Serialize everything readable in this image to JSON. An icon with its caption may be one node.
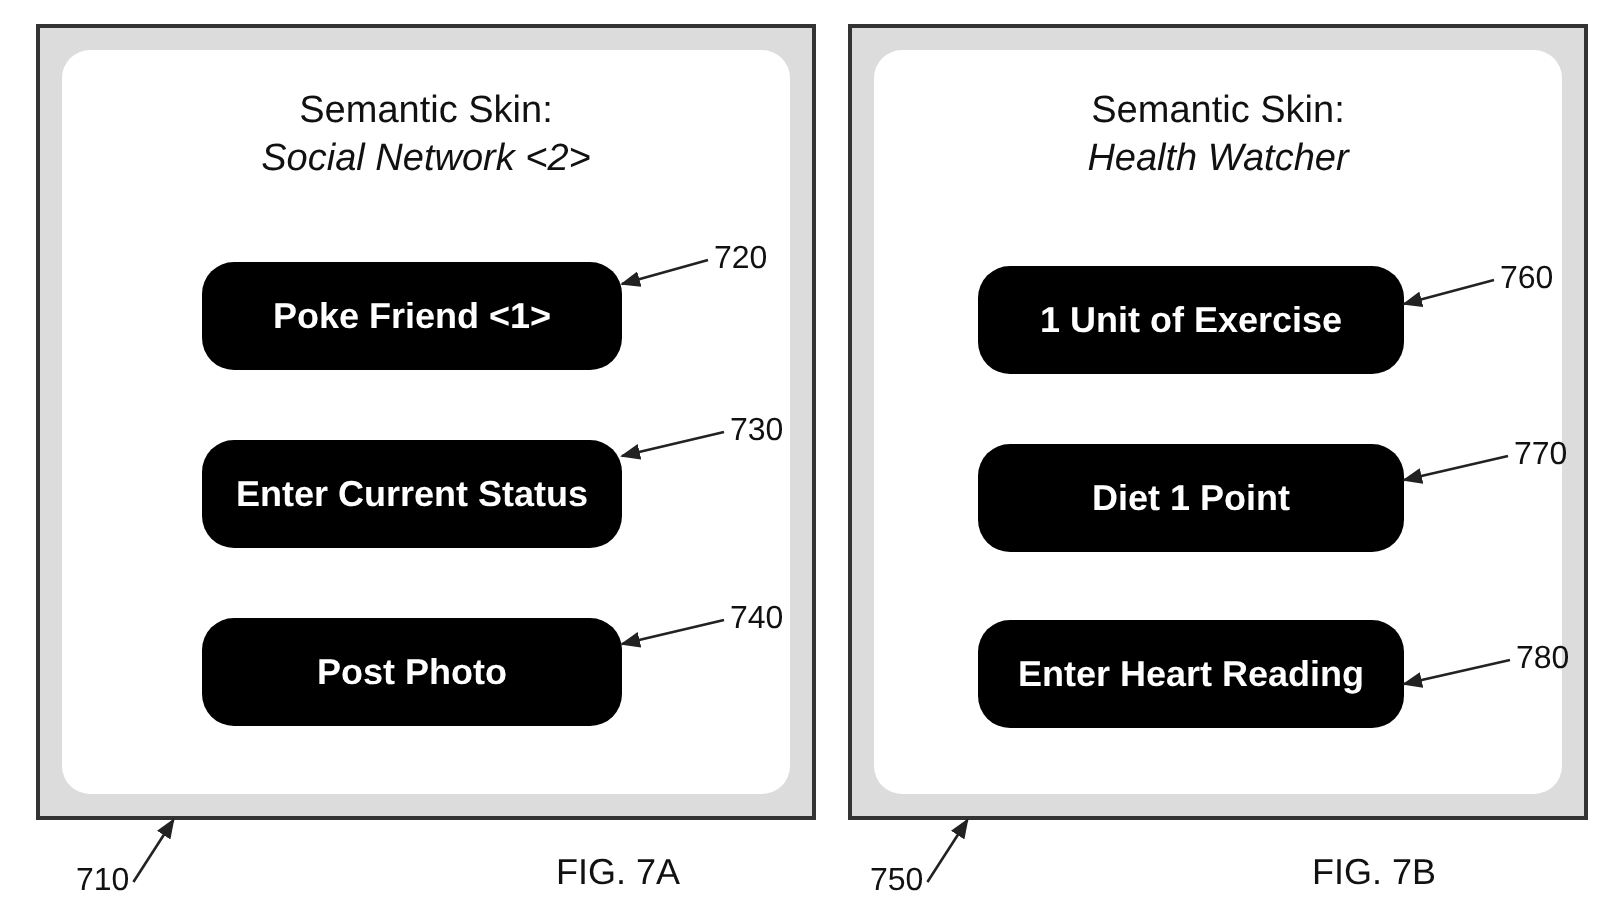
{
  "diagram": {
    "nodes": [
      {
        "text": [
          "Semantic Skin:",
          "Social Network <2>"
        ]
      },
      {
        "text": [
          "Poke Friend <1>"
        ],
        "in": 0
      },
      {
        "text": [
          "Enter Current Status"
        ],
        "in": 0
      },
      {
        "text": [
          "Post Photo"
        ],
        "in": 0
      },
      {
        "text": [
          "720"
        ],
        "in": 0
      },
      {
        "text": [
          "730"
        ],
        "in": 0
      },
      {
        "text": [
          "740"
        ],
        "in": 0
      },
      {
        "text": [
          "710"
        ]
      },
      {
        "text": [
          "Semantic Skin:",
          "Health Watcher"
        ]
      },
      {
        "text": [
          "1 Unit of Exercise"
        ],
        "in": 8
      },
      {
        "text": [
          "Diet 1 Point"
        ],
        "in": 8
      },
      {
        "text": [
          "Enter Heart Reading"
        ],
        "in": 8
      },
      {
        "text": [
          "760"
        ],
        "in": 8
      },
      {
        "text": [
          "770"
        ],
        "in": 8
      },
      {
        "text": [
          "780"
        ],
        "in": 8
      },
      {
        "text": [
          "750"
        ]
      }
    ],
    "edges": [
      {
        "from": 4,
        "to": 1,
        "arrow": "to"
      },
      {
        "from": 5,
        "to": 2,
        "arrow": "to"
      },
      {
        "from": 6,
        "to": 3,
        "arrow": "to"
      },
      {
        "from": 7,
        "to": 0,
        "arrow": "to"
      },
      {
        "from": 12,
        "to": 9,
        "arrow": "to"
      },
      {
        "from": 13,
        "to": 10,
        "arrow": "to"
      },
      {
        "from": 14,
        "to": 11,
        "arrow": "to"
      },
      {
        "from": 15,
        "to": 8,
        "arrow": "to"
      }
    ],
    "labels": [
      "FIG. 7A",
      "FIG. 7B"
    ]
  }
}
